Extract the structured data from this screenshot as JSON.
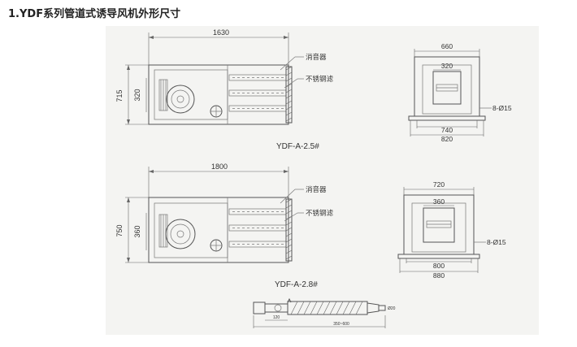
{
  "title": "1.YDF系列管道式诱导风机外形尺寸",
  "model_a": {
    "caption": "YDF-A-2.5#",
    "width_dim": "1630",
    "height_dim": "715",
    "inner_height_dim": "320",
    "muffler_label": "消音器",
    "filter_label": "不锈钢滤",
    "end_top_dim": "660",
    "end_opening_dim": "320",
    "end_bolt_dim": "740",
    "end_base_dim": "820",
    "hole_label": "8-Ø15"
  },
  "model_b": {
    "caption": "YDF-A-2.8#",
    "width_dim": "1800",
    "height_dim": "750",
    "inner_height_dim": "360",
    "muffler_label": "消音器",
    "filter_label": "不锈钢滤",
    "end_top_dim": "720",
    "end_opening_dim": "360",
    "end_bolt_dim": "800",
    "end_base_dim": "880",
    "hole_label": "8-Ø15"
  },
  "nozzle": {
    "right_dim": "Ø20",
    "left_dim": "120",
    "length_dim": "350~600"
  }
}
